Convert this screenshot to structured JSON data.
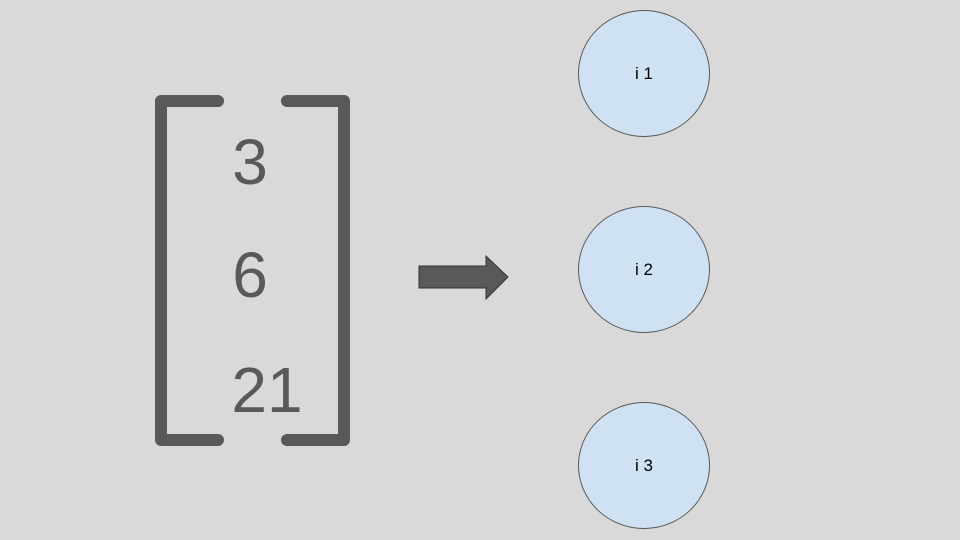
{
  "vector": {
    "values": [
      "3",
      "6",
      "21"
    ]
  },
  "nodes": [
    {
      "label": "i 1"
    },
    {
      "label": "i 2"
    },
    {
      "label": "i 3"
    }
  ],
  "colors": {
    "background": "#d9d9d9",
    "bracket": "#595959",
    "text": "#595959",
    "node_fill": "#cfe2f3",
    "node_stroke": "#595959",
    "arrow": "#595959"
  },
  "icons": {
    "arrow": "right-arrow-icon"
  }
}
